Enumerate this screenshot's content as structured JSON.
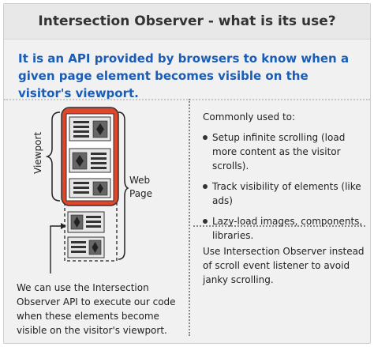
{
  "title": "Intersection Observer - what is its use?",
  "intro": "It is an API provided by browsers to know when a given page element becomes visible on the visitor's viewport.",
  "diagram": {
    "viewport_label": "Viewport",
    "web_page_label_line1": "Web",
    "web_page_label_line2": "Page"
  },
  "caption": "We can use the Intersection Observer API to execute our code when these elements become visible on the visitor's viewport.",
  "uses": {
    "heading": "Commonly used to:",
    "items": [
      "Setup infinite scrolling (load more content as the visitor scrolls).",
      "Track visibility of elements (like ads)",
      "Lazy-load images, components, libraries."
    ]
  },
  "tip": "Use Intersection Observer instead of scroll event listener to avoid janky scrolling.",
  "colors": {
    "viewport_red": "#e0472a",
    "intro_blue": "#1a5db8"
  }
}
